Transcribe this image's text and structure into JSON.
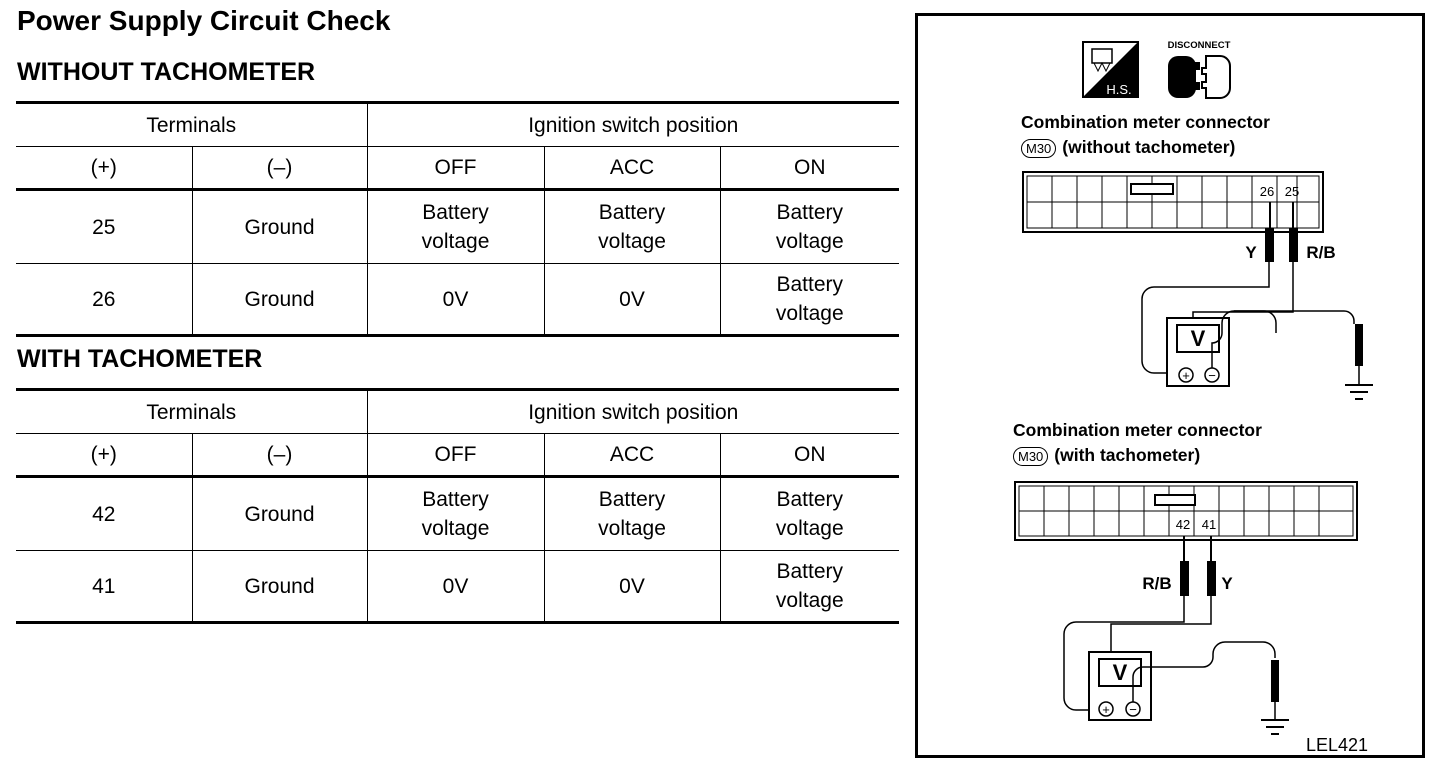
{
  "title": "Power Supply Circuit Check",
  "sections": [
    {
      "heading": "WITHOUT TACHOMETER",
      "header_group": {
        "terminals": "Terminals",
        "ignition": "Ignition switch position"
      },
      "columns": [
        "(+)",
        "(–)",
        "OFF",
        "ACC",
        "ON"
      ],
      "rows": [
        {
          "plus": "25",
          "minus": "Ground",
          "off": [
            "Battery",
            "voltage"
          ],
          "acc": [
            "Battery",
            "voltage"
          ],
          "on": [
            "Battery",
            "voltage"
          ]
        },
        {
          "plus": "26",
          "minus": "Ground",
          "off": [
            "0V",
            ""
          ],
          "acc": [
            "0V",
            ""
          ],
          "on": [
            "Battery",
            "voltage"
          ]
        }
      ]
    },
    {
      "heading": "WITH TACHOMETER",
      "header_group": {
        "terminals": "Terminals",
        "ignition": "Ignition switch position"
      },
      "columns": [
        "(+)",
        "(–)",
        "OFF",
        "ACC",
        "ON"
      ],
      "rows": [
        {
          "plus": "42",
          "minus": "Ground",
          "off": [
            "Battery",
            "voltage"
          ],
          "acc": [
            "Battery",
            "voltage"
          ],
          "on": [
            "Battery",
            "voltage"
          ]
        },
        {
          "plus": "41",
          "minus": "Ground",
          "off": [
            "0V",
            ""
          ],
          "acc": [
            "0V",
            ""
          ],
          "on": [
            "Battery",
            "voltage"
          ]
        }
      ]
    }
  ],
  "figure": {
    "icons": {
      "hs_label": "H.S.",
      "disconnect_label": "DISCONNECT"
    },
    "connector_without": {
      "caption": "Combination meter connector",
      "badge": "M30",
      "note": "(without tachometer)",
      "pins": [
        "26",
        "25"
      ],
      "wires": [
        "Y",
        "R/B"
      ]
    },
    "connector_with": {
      "caption": "Combination meter connector",
      "badge": "M30",
      "note": "(with tachometer)",
      "pins": [
        "42",
        "41"
      ],
      "wires": [
        "R/B",
        "Y"
      ]
    },
    "meter_label": "V",
    "plus_symbol": "+",
    "minus_symbol": "−",
    "code": "LEL421"
  }
}
